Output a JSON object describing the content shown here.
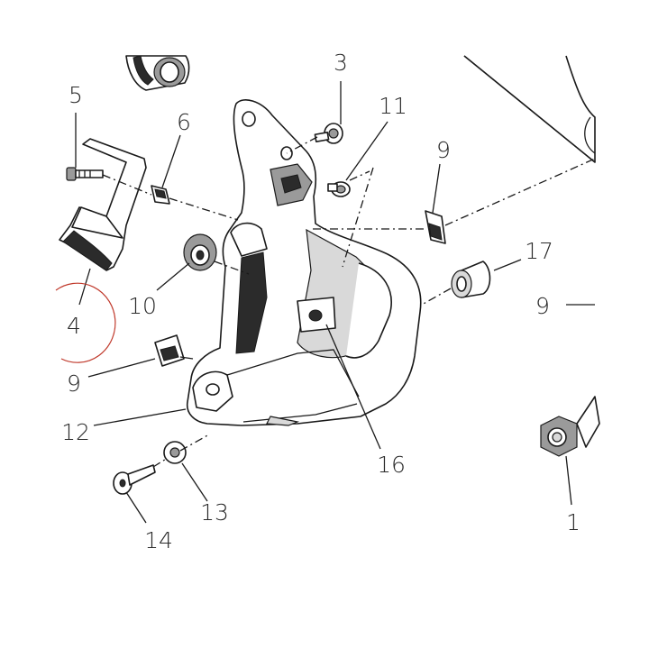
{
  "diagram": {
    "callouts": [
      {
        "id": "c1",
        "label": "1"
      },
      {
        "id": "c3",
        "label": "3"
      },
      {
        "id": "c4",
        "label": "4"
      },
      {
        "id": "c5",
        "label": "5"
      },
      {
        "id": "c6",
        "label": "6"
      },
      {
        "id": "c9a",
        "label": "9"
      },
      {
        "id": "c9b",
        "label": "9"
      },
      {
        "id": "c9c",
        "label": "9"
      },
      {
        "id": "c10",
        "label": "10"
      },
      {
        "id": "c11",
        "label": "11"
      },
      {
        "id": "c12",
        "label": "12"
      },
      {
        "id": "c13",
        "label": "13"
      },
      {
        "id": "c14",
        "label": "14"
      },
      {
        "id": "c16",
        "label": "16"
      },
      {
        "id": "c17",
        "label": "17"
      }
    ],
    "highlight_color": "#c0392b",
    "line_color": "#1a1a1a"
  }
}
